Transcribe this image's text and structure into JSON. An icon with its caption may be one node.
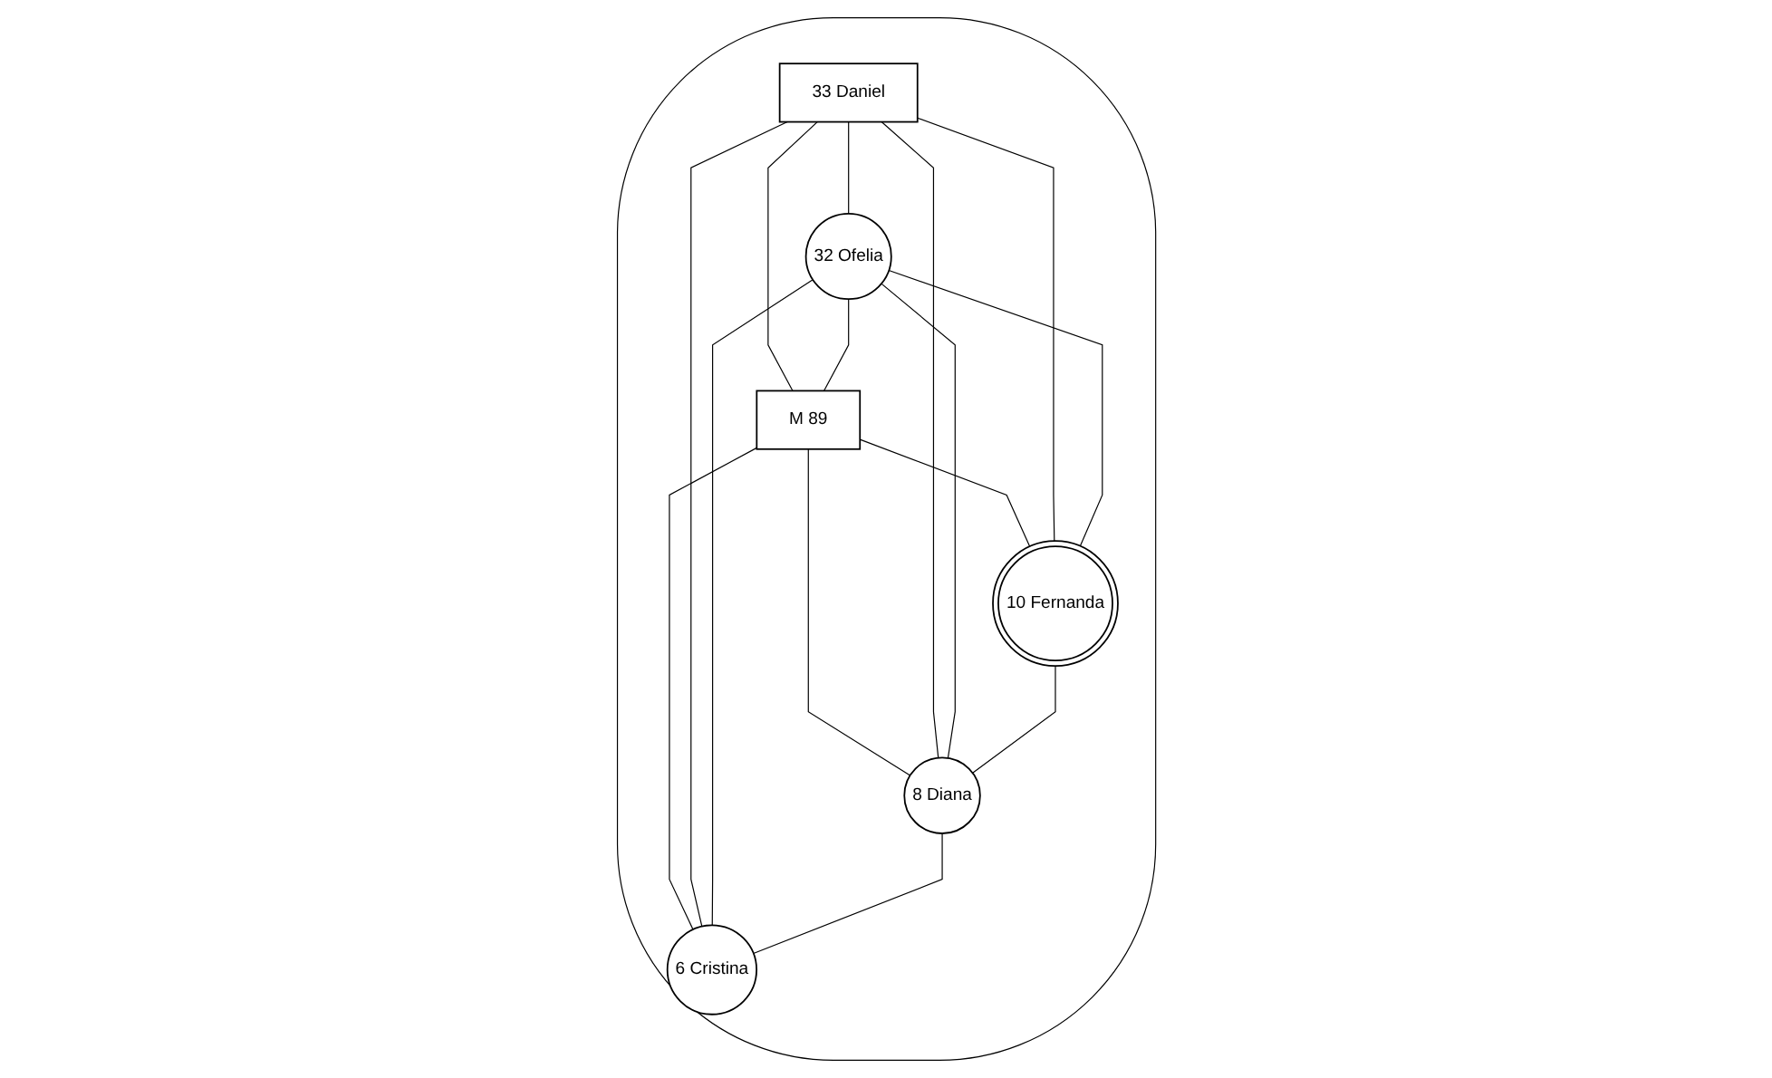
{
  "diagram": {
    "nodes": [
      {
        "text": [],
        "shape": "ellipse"
      },
      {
        "text": [
          "33 Daniel"
        ],
        "in": 0
      },
      {
        "text": [
          "32 Ofelia"
        ],
        "in": 0
      },
      {
        "text": [
          "M 89"
        ],
        "in": 0
      },
      {
        "text": [
          "10 Fernanda"
        ],
        "in": 0
      },
      {
        "text": [
          "8 Diana"
        ],
        "in": 0
      },
      {
        "text": [
          "6 Cristina"
        ],
        "in": 0
      }
    ],
    "edges": [
      {
        "from": 1,
        "to": 2,
        "arrow": "none"
      },
      {
        "from": 1,
        "to": 3,
        "arrow": "none"
      },
      {
        "from": 2,
        "to": 3,
        "arrow": "none"
      },
      {
        "from": 3,
        "to": 4,
        "arrow": "none"
      },
      {
        "from": 3,
        "to": 5,
        "arrow": "none"
      },
      {
        "from": 3,
        "to": 6,
        "arrow": "none"
      },
      {
        "from": 1,
        "to": 4,
        "arrow": "none"
      },
      {
        "from": 1,
        "to": 5,
        "arrow": "none"
      },
      {
        "from": 1,
        "to": 6,
        "arrow": "none"
      },
      {
        "from": 2,
        "to": 4,
        "arrow": "none"
      },
      {
        "from": 2,
        "to": 5,
        "arrow": "none"
      },
      {
        "from": 2,
        "to": 6,
        "arrow": "none"
      },
      {
        "from": 4,
        "to": 5,
        "arrow": "none"
      },
      {
        "from": 5,
        "to": 6,
        "arrow": "none"
      }
    ]
  }
}
